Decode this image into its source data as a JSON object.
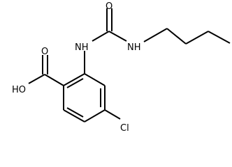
{
  "structure": {
    "labels": {
      "oxygen_urea": "O",
      "nh_left": "NH",
      "nh_right": "NH",
      "oxygen_acid": "O",
      "hydroxyl": "HO",
      "chlorine": "Cl"
    }
  }
}
